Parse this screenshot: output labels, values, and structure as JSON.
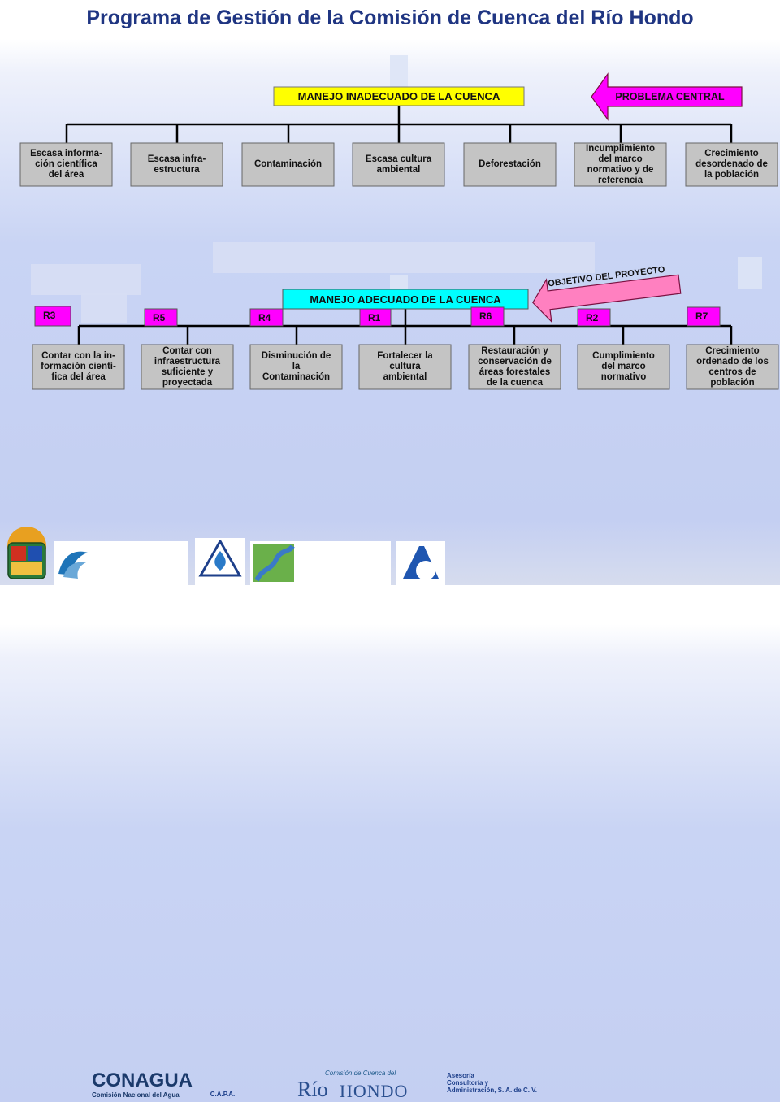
{
  "title": "Programa de Gestión de la Comisión de Cuenca del Río Hondo",
  "problem": {
    "central_label": "MANEJO INADECUADO DE LA CUENCA",
    "arrow_label": "PROBLEMA CENTRAL",
    "causes": [
      "Escasa informa-\nción científica\ndel área",
      "Escasa infra-\nestructura",
      "Contaminación",
      "Escasa cultura\nambiental",
      "Deforestación",
      "Incumplimiento\ndel marco\nnormativo y de\nreferencia",
      "Crecimiento\ndesordenado de\nla población"
    ]
  },
  "objective": {
    "central_label": "MANEJO ADECUADO DE LA CUENCA",
    "arrow_label": "OBJETIVO DEL PROYECTO",
    "results": [
      {
        "tag": "R3",
        "text": "Contar con la in-\nformación cientí-\nfica del área"
      },
      {
        "tag": "R5",
        "text": "Contar con\ninfraestructura\nsuficiente y\nproyectada"
      },
      {
        "tag": "R4",
        "text": "Disminución de\nla\nContaminación"
      },
      {
        "tag": "R1",
        "text": "Fortalecer la\ncultura\nambiental"
      },
      {
        "tag": "R6",
        "text": "Restauración y\nconservación de\náreas forestales\nde la cuenca"
      },
      {
        "tag": "R2",
        "text": "Cumplimiento\ndel marco\nnormativo"
      },
      {
        "tag": "R7",
        "text": "Crecimiento\nordenado de los\ncentros de\npoblación"
      }
    ]
  },
  "footer": {
    "conagua_name": "CONAGUA",
    "conagua_sub": "Comisión Nacional del Agua",
    "capa_label": "C.A.P.A.",
    "rio_hondo_small": "Comisión de Cuenca del",
    "rio_hondo_rio": "Río",
    "rio_hondo_hondo": "HONDO",
    "asesoria": "Asesoría\nConsultoría y\nAdministración, S. A. de C. V."
  },
  "colors": {
    "title": "#1f3582",
    "box_fill": "#c4c4c4",
    "yellow": "#ffff00",
    "cyan": "#00ffff",
    "magenta": "#ff00ff",
    "arrow_pink": "#ff80c0"
  }
}
